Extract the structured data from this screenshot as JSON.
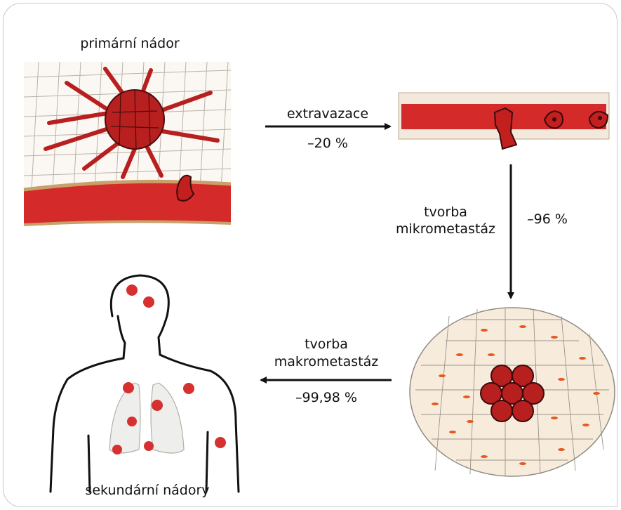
{
  "primary_tumor": "primární nádor",
  "step1": {
    "label": "extravazace",
    "loss": "–20 %"
  },
  "step2": {
    "label_line1": "tvorba",
    "label_line2": "mikrometastáz",
    "loss": "–96 %"
  },
  "step3": {
    "label_line1": "tvorba",
    "label_line2": "makrometastáz",
    "loss": "–99,98 %"
  },
  "secondary_tumors": "sekundární nádory",
  "colors": {
    "vessel": "#d42a2a",
    "tumor": "#b81f1f",
    "cell": "#f7ecdc",
    "nucleus": "#e8571c",
    "grid": "#b5b0a8"
  }
}
